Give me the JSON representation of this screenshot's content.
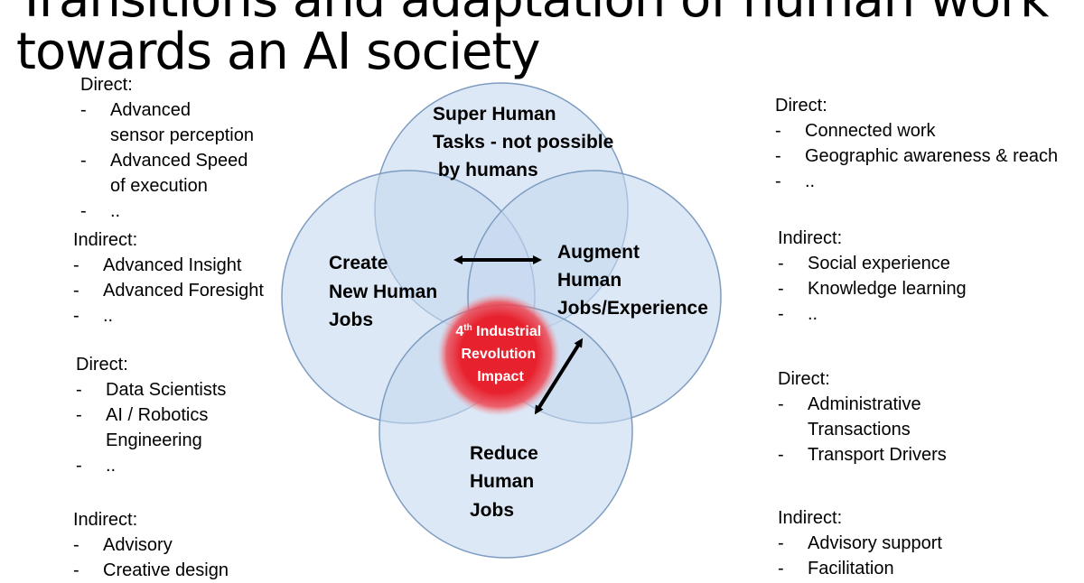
{
  "title": {
    "line1": "Transitions and adaptation of human work",
    "line2": "towards an AI society"
  },
  "left": {
    "top": {
      "direct": {
        "heading": "Direct:",
        "items": [
          "Advanced\nsensor perception",
          "Advanced Speed\nof execution",
          ".."
        ]
      },
      "indirect": {
        "heading": "Indirect:",
        "items": [
          "Advanced Insight",
          "Advanced Foresight",
          ".."
        ]
      }
    },
    "bottom": {
      "direct": {
        "heading": "Direct:",
        "items": [
          "Data Scientists",
          "AI / Robotics\nEngineering",
          ".."
        ]
      },
      "indirect": {
        "heading": "Indirect:",
        "items": [
          "Advisory",
          "Creative design"
        ]
      }
    }
  },
  "right": {
    "top": {
      "direct": {
        "heading": "Direct:",
        "items": [
          "Connected work",
          "Geographic awareness & reach",
          ".."
        ]
      },
      "indirect": {
        "heading": "Indirect:",
        "items": [
          "Social experience",
          "Knowledge learning",
          ".."
        ]
      }
    },
    "bottom": {
      "direct": {
        "heading": "Direct:",
        "items": [
          "Administrative\nTransactions",
          "Transport Drivers"
        ]
      },
      "indirect": {
        "heading": "Indirect:",
        "items": [
          "Advisory support",
          "Facilitation"
        ]
      }
    }
  },
  "diagram": {
    "circles": {
      "top": [
        "Super Human",
        "Tasks  - not possible",
        " by humans"
      ],
      "left": [
        "Create",
        "New Human",
        "Jobs"
      ],
      "right": [
        "Augment",
        "Human",
        "Jobs/Experience"
      ],
      "bottom": [
        "Reduce",
        "Human",
        "Jobs"
      ]
    },
    "center": {
      "line1_num": "4",
      "line1_sup": "th",
      "line1_rest": " Industrial",
      "line2": "Revolution",
      "line3": "Impact"
    }
  },
  "colors": {
    "circle_fill": "#c6d9f0",
    "circle_stroke": "#7d9cc0",
    "center_red": "#e8212e",
    "text": "#000000",
    "label_white": "#ffffff"
  },
  "icons": {
    "bullet": "dash",
    "arrow": "double-headed-arrow"
  }
}
